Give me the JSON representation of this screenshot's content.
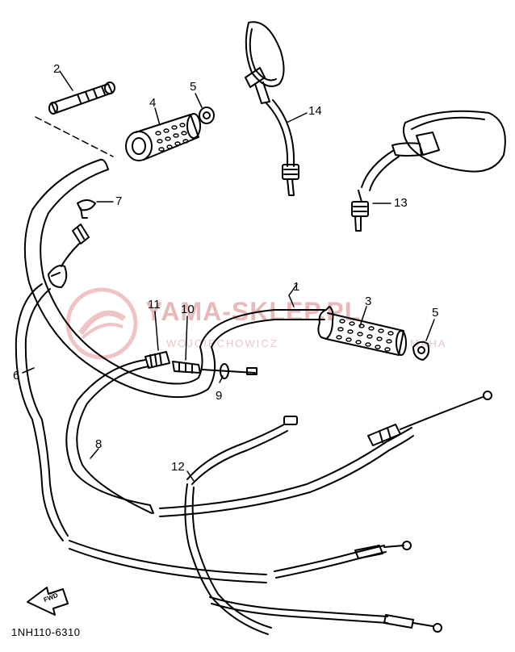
{
  "diagram": {
    "callouts": [
      "1",
      "2",
      "3",
      "4",
      "5",
      "5",
      "6",
      "7",
      "8",
      "9",
      "10",
      "11",
      "12",
      "13",
      "14"
    ],
    "diagram_code": "1NH110-6310",
    "fwd_label": "FWD",
    "watermark": {
      "main": "YAMA-SKLEP.PL",
      "sub_left": "WOJCIECHOWICZ",
      "sub_right": "MAHA"
    },
    "colors": {
      "line": "#000000",
      "watermark": "#e9b9b9"
    }
  }
}
